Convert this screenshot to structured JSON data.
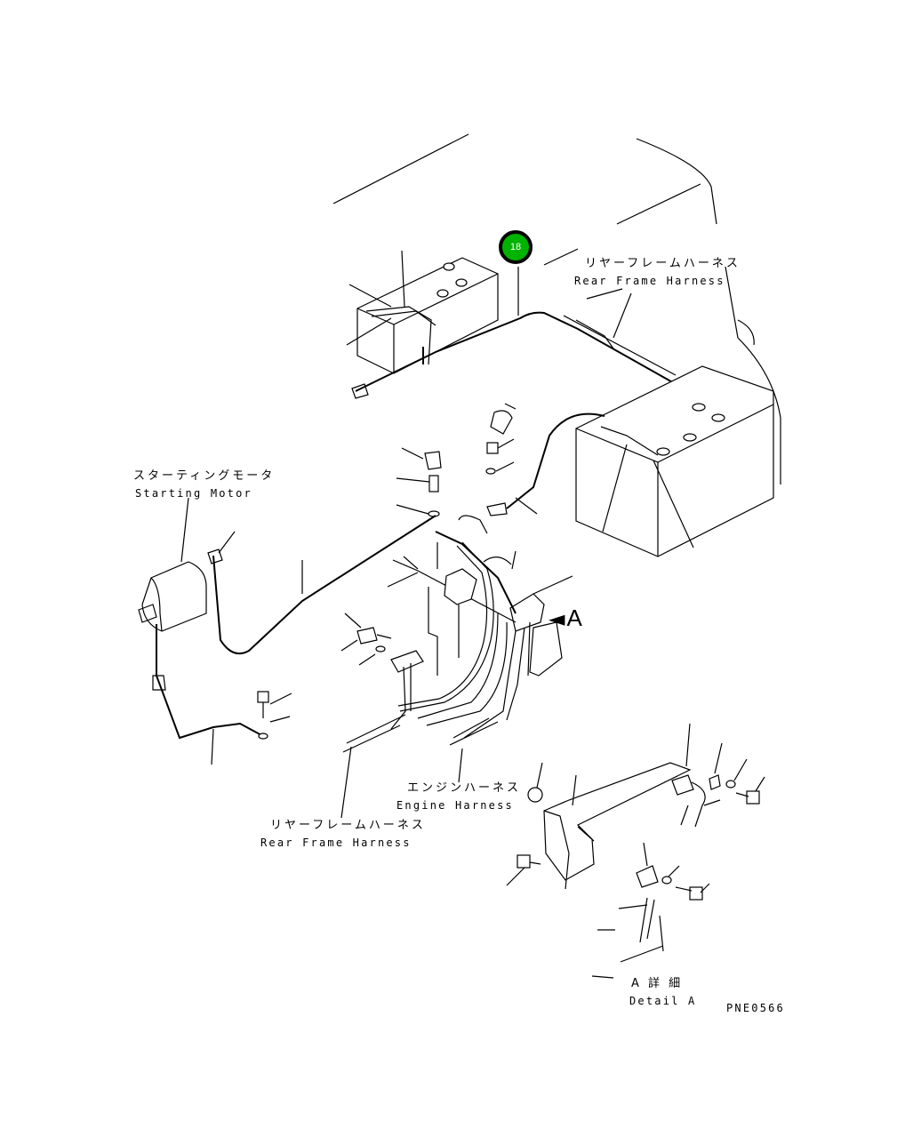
{
  "reference_badge": {
    "number": "18",
    "color": "#00b300"
  },
  "labels": {
    "rear_frame_harness_top": {
      "jp": "リヤーフレームハーネス",
      "en": "Rear Frame Harness"
    },
    "starting_motor": {
      "jp": "スターティングモータ",
      "en": "Starting Motor"
    },
    "engine_harness": {
      "jp": "エンジンハーネス",
      "en": "Engine Harness"
    },
    "rear_frame_harness_bottom": {
      "jp": "リヤーフレームハーネス",
      "en": "Rear Frame Harness"
    },
    "detail_a": {
      "jp": "A 詳 細",
      "en": "Detail A"
    }
  },
  "view_arrow": {
    "glyph": "🡄",
    "letter": "A"
  },
  "drawing_number": "PNE0566"
}
